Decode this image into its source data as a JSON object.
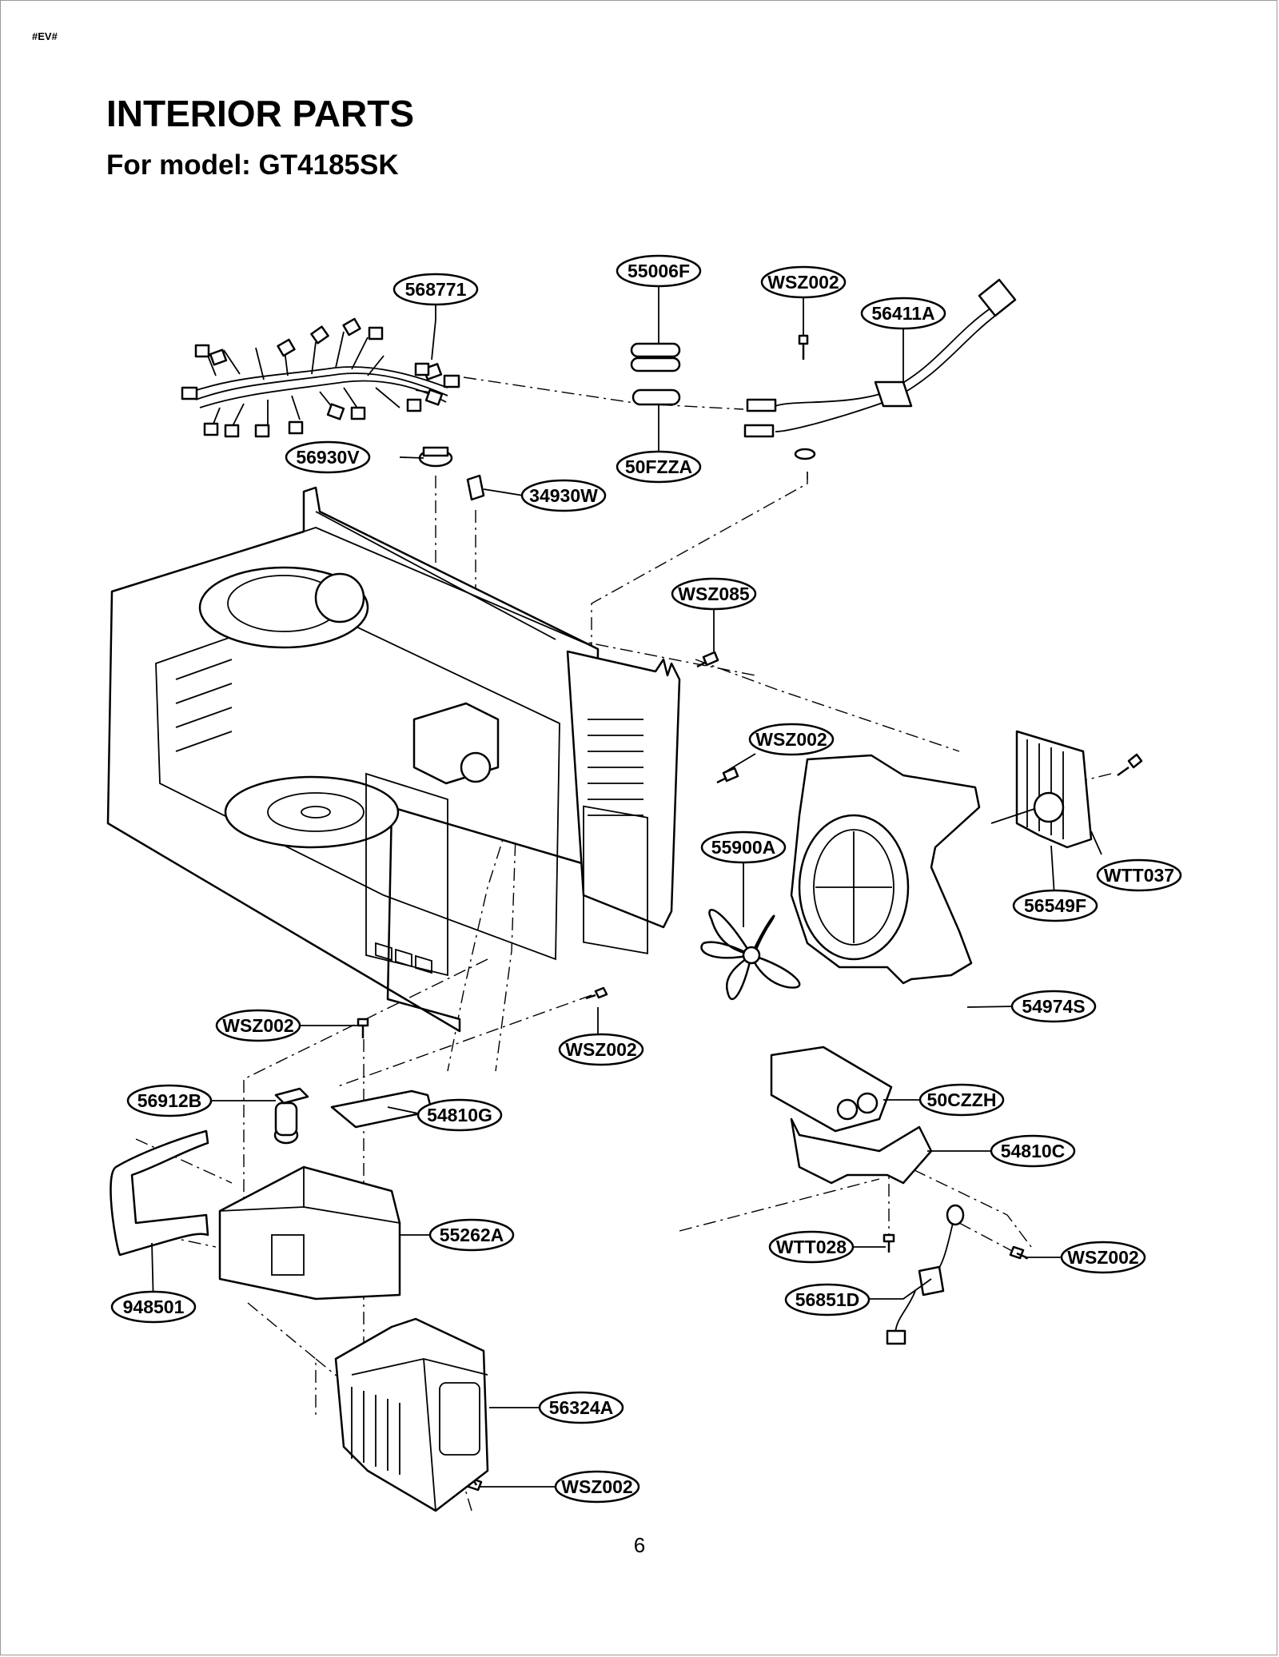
{
  "header": {
    "tag": "#EV#",
    "title": "INTERIOR PARTS",
    "subtitle": "For model: GT4185SK"
  },
  "page_number": "6",
  "callouts": [
    {
      "id": "568771",
      "label": "568771"
    },
    {
      "id": "55006F",
      "label": "55006F"
    },
    {
      "id": "WSZ002-a",
      "label": "WSZ002"
    },
    {
      "id": "56411A",
      "label": "56411A"
    },
    {
      "id": "56930V",
      "label": "56930V"
    },
    {
      "id": "50FZZA",
      "label": "50FZZA"
    },
    {
      "id": "34930W",
      "label": "34930W"
    },
    {
      "id": "WSZ085",
      "label": "WSZ085"
    },
    {
      "id": "WSZ002-b",
      "label": "WSZ002"
    },
    {
      "id": "55900A",
      "label": "55900A"
    },
    {
      "id": "WTT037",
      "label": "WTT037"
    },
    {
      "id": "56549F",
      "label": "56549F"
    },
    {
      "id": "54974S",
      "label": "54974S"
    },
    {
      "id": "WSZ002-c",
      "label": "WSZ002"
    },
    {
      "id": "WSZ002-d",
      "label": "WSZ002"
    },
    {
      "id": "56912B",
      "label": "56912B"
    },
    {
      "id": "54810G",
      "label": "54810G"
    },
    {
      "id": "50CZZH",
      "label": "50CZZH"
    },
    {
      "id": "54810C",
      "label": "54810C"
    },
    {
      "id": "55262A",
      "label": "55262A"
    },
    {
      "id": "WTT028",
      "label": "WTT028"
    },
    {
      "id": "WSZ002-e",
      "label": "WSZ002"
    },
    {
      "id": "948501",
      "label": "948501"
    },
    {
      "id": "56851D",
      "label": "56851D"
    },
    {
      "id": "56324A",
      "label": "56324A"
    },
    {
      "id": "WSZ002-f",
      "label": "WSZ002"
    }
  ]
}
